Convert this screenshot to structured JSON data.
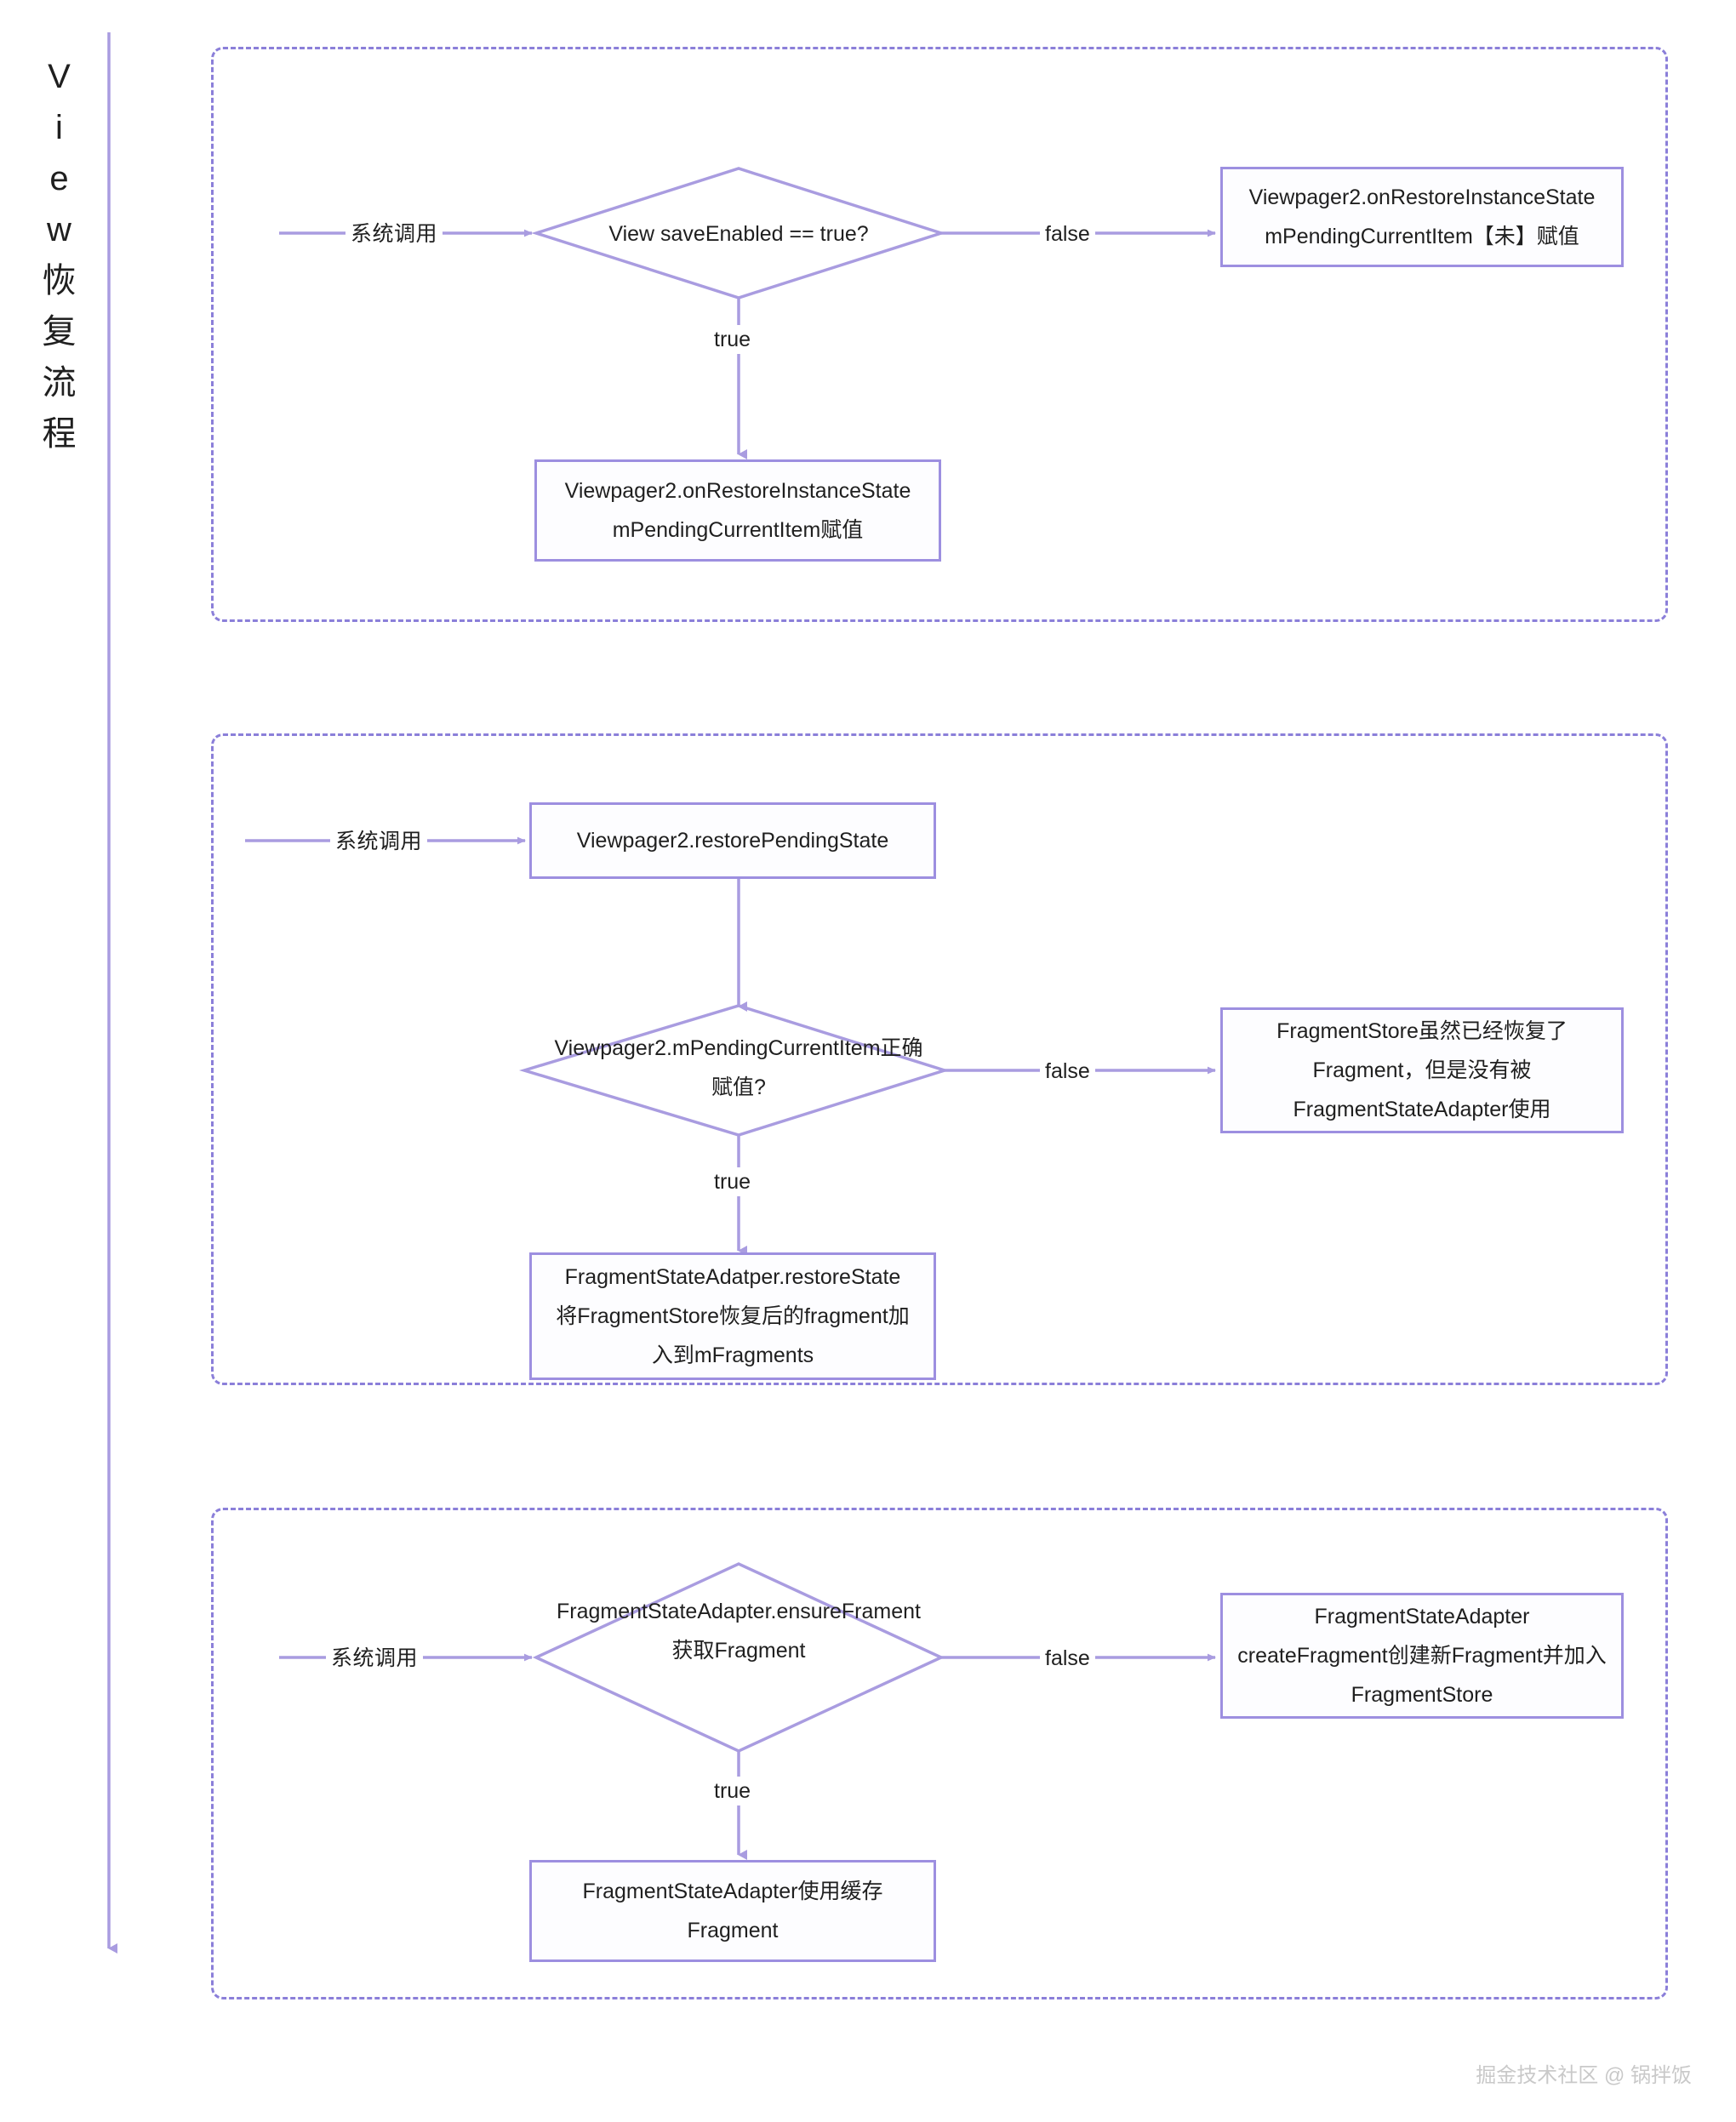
{
  "rail": {
    "title": "View恢复流程",
    "title_chars": [
      "V",
      "i",
      "e",
      "w",
      "恢",
      "复",
      "流",
      "程"
    ],
    "line_color": "#a99ce0",
    "arrow": "down-arrow"
  },
  "theme": {
    "node_border": "#9d8fe0",
    "node_fill": "#fdfdff",
    "group_border": "#8b7fd9",
    "connector": "#a99ce0",
    "text": "#1f1f1f",
    "background": "#ffffff",
    "watermark_text": "#c9c9c9"
  },
  "sections": [
    {
      "id": "section-1",
      "entry_label": "系统调用",
      "decision": "View saveEnabled == true?",
      "true_label": "true",
      "false_label": "false",
      "false_node": "Viewpager2.onRestoreInstanceState\nmPendingCurrentItem【未】赋值",
      "false_node_lines": [
        "Viewpager2.onRestoreInstanceState",
        "mPendingCurrentItem【未】赋值"
      ],
      "true_node_lines": [
        "Viewpager2.onRestoreInstanceState",
        "mPendingCurrentItem赋值"
      ]
    },
    {
      "id": "section-2",
      "entry_label": "系统调用",
      "first_node_lines": [
        "Viewpager2.restorePendingState"
      ],
      "decision_lines": [
        "Viewpager2.mPendingCurrentItem正确",
        "赋值?"
      ],
      "true_label": "true",
      "false_label": "false",
      "false_node_lines": [
        "FragmentStore虽然已经恢复了",
        "Fragment，但是没有被",
        "FragmentStateAdapter使用"
      ],
      "true_node_lines": [
        "FragmentStateAdatper.restoreState",
        "将FragmentStore恢复后的fragment加",
        "入到mFragments"
      ]
    },
    {
      "id": "section-3",
      "entry_label": "系统调用",
      "decision_lines": [
        "FragmentStateAdapter.ensureFrament",
        "获取Fragment"
      ],
      "true_label": "true",
      "false_label": "false",
      "false_node_lines": [
        "FragmentStateAdapter",
        "createFragment创建新Fragment并加入",
        "FragmentStore"
      ],
      "true_node_lines": [
        "FragmentStateAdapter使用缓存",
        "Fragment"
      ]
    }
  ],
  "watermark": "掘金技术社区 @ 锅拌饭"
}
